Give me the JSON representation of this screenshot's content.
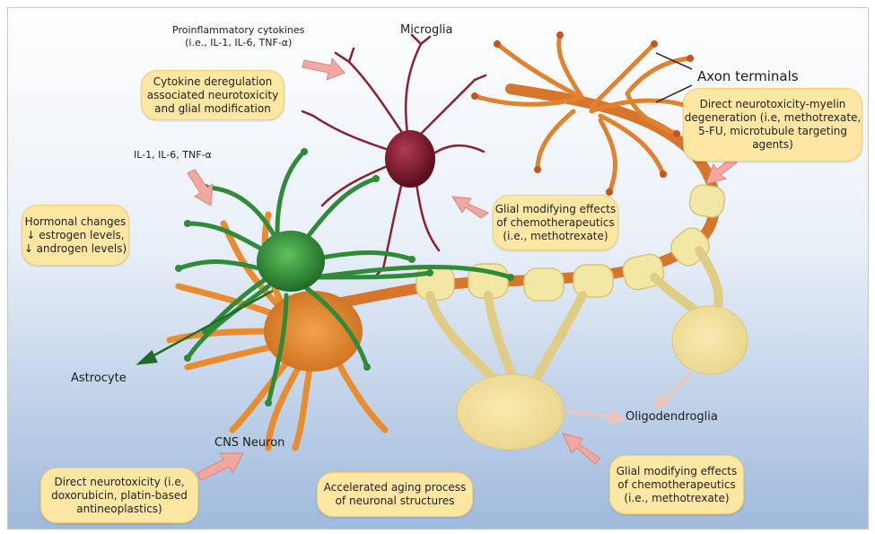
{
  "labels": {
    "microglia": "Microglia",
    "axon_terminals": "Axon terminals",
    "astrocyte": "Astrocyte",
    "cns_neuron": "CNS Neuron",
    "oligodendroglia": "Oligodendroglia",
    "proinflammatory_line1": "Proinflammatory cytokines",
    "proinflammatory_line2": "(i.e., IL-1, IL-6, TNF-α)",
    "il_cytokines": "IL-1, IL-6, TNF-α"
  },
  "callouts": {
    "cytokine_dereg": [
      "Cytokine deregulation",
      "associated neurotoxicity",
      "and glial modification"
    ],
    "hormonal": [
      "Hormonal changes",
      "↓ estrogen levels,",
      "↓ androgen levels)"
    ],
    "glial_top": [
      "Glial modifying effects",
      "of chemotherapeutics",
      "(i.e., methotrexate)"
    ],
    "myelin": [
      "Direct neurotoxicity-myelin",
      "degeneration (i.e, methotrexate,",
      "5-FU,  microtubule targeting",
      "agents)"
    ],
    "direct_neurotox": [
      "Direct neurotoxicity (i.e,",
      "doxorubicin, platin-based",
      "antineoplastics)"
    ],
    "aging": [
      "Accelerated aging process",
      "of neuronal structures"
    ],
    "glial_bottom": [
      "Glial modifying effects",
      "of chemotherapeutics",
      "(i.e., methotrexate)"
    ]
  },
  "colors": {
    "neuron": "#e88c2e",
    "astrocyte": "#2f8a3a",
    "microglia": "#8c1f30",
    "myelin": "#f3e7a6",
    "callout_fill": "#fde7a3",
    "arrow": "#f2a7a0",
    "sky": "#a9c3e2"
  }
}
